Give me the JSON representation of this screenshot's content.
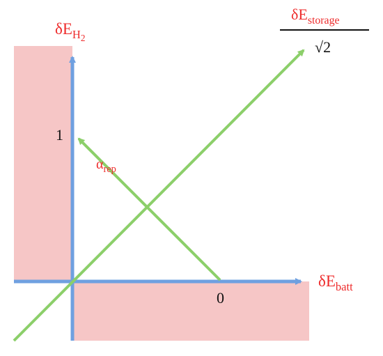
{
  "diagram": {
    "y_axis": {
      "label_main": "δE",
      "label_sub": "H",
      "label_subsub": "2"
    },
    "x_axis": {
      "label_main": "δE",
      "label_sub": "batt"
    },
    "diagonal": {
      "numerator_main": "δE",
      "numerator_sub": "storage",
      "denominator": "√2"
    },
    "ticks": {
      "y_one": "1",
      "x_zero": "0"
    },
    "repulsion": {
      "label_main": "α",
      "label_sub": "rep"
    },
    "colors": {
      "axis": "#6fa0e0",
      "vector": "#8ccf6a",
      "shaded_region": "#f6c6c6",
      "label_red": "#ee2c2c",
      "label_black": "#111111"
    }
  }
}
